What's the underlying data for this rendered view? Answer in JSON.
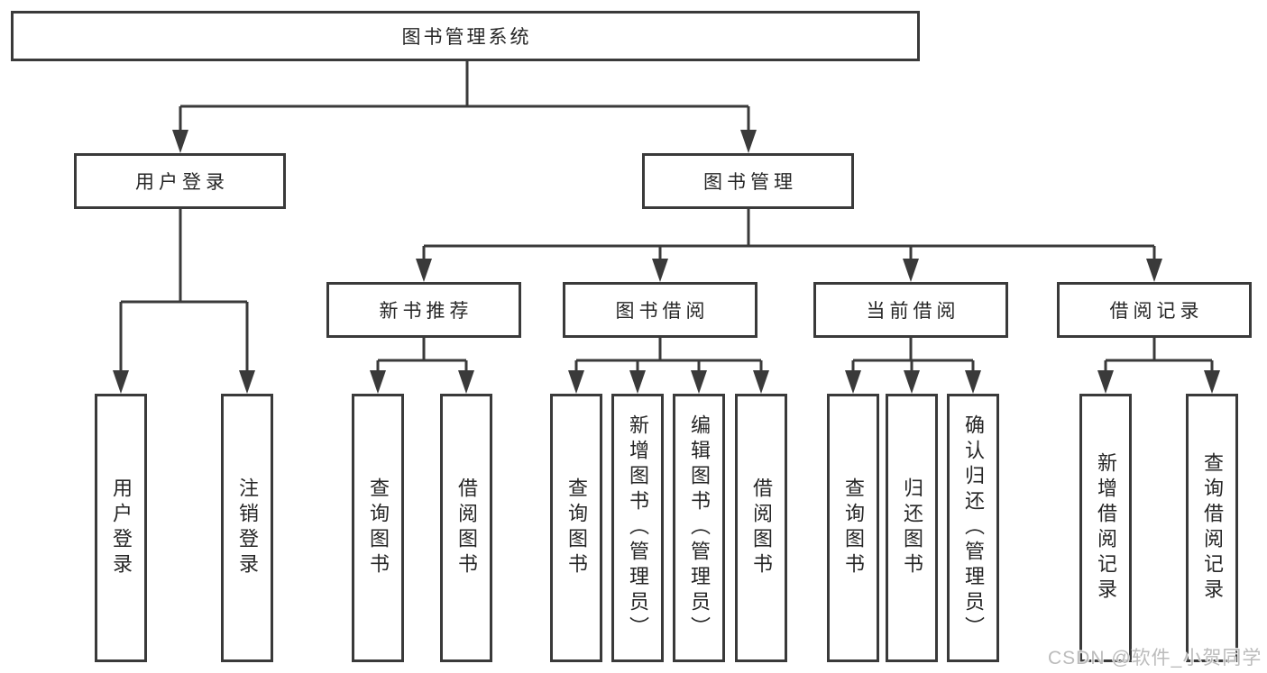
{
  "tree": {
    "root": "图书管理系统",
    "branches": [
      {
        "label": "用户登录",
        "leaves": [
          "用户登录",
          "注销登录"
        ]
      },
      {
        "label": "图书管理",
        "groups": [
          {
            "label": "新书推荐",
            "leaves": [
              "查询图书",
              "借阅图书"
            ]
          },
          {
            "label": "图书借阅",
            "leaves": [
              "查询图书",
              "新增图书（管理员）",
              "编辑图书（管理员）",
              "借阅图书"
            ]
          },
          {
            "label": "当前借阅",
            "leaves": [
              "查询图书",
              "归还图书",
              "确认归还（管理员）"
            ]
          },
          {
            "label": "借阅记录",
            "leaves": [
              "新增借阅记录",
              "查询借阅记录"
            ]
          }
        ]
      }
    ]
  },
  "watermark": "CSDN @软件_小贺同学",
  "colors": {
    "line": "#3a3a3a",
    "text": "#262626",
    "background": "#ffffff",
    "watermark": "#b7b7b7"
  }
}
